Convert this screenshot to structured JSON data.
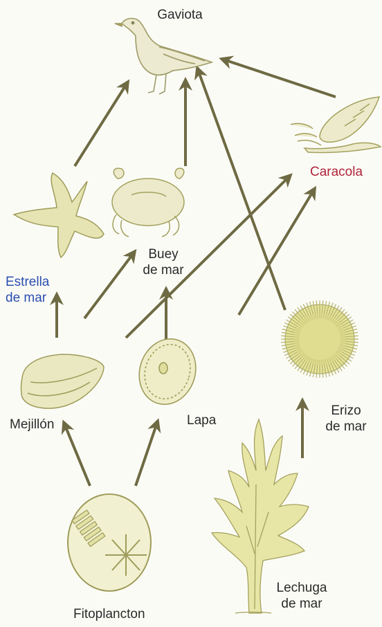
{
  "colors": {
    "arrow": "#6e6a43",
    "organism_fill": "#e9e7b4",
    "organism_stroke": "#a3a15d",
    "text": "#2a2a2a"
  },
  "organisms": {
    "gaviota": {
      "label": "Gaviota",
      "icon": "seagull-icon"
    },
    "caracola": {
      "label": "Caracola",
      "icon": "snail-shell-icon",
      "label_color": "#b0243a"
    },
    "buey": {
      "label": "Buey\nde mar",
      "icon": "crab-icon"
    },
    "estrella": {
      "label": "Estrella\nde mar",
      "icon": "starfish-icon",
      "label_color": "#2a4fb0"
    },
    "mejillon": {
      "label": "Mejillón",
      "icon": "mussel-icon"
    },
    "lapa": {
      "label": "Lapa",
      "icon": "limpet-icon"
    },
    "erizo": {
      "label": "Erizo\nde mar",
      "icon": "sea-urchin-icon"
    },
    "fitoplancton": {
      "label": "Fitoplancton",
      "icon": "phytoplankton-icon"
    },
    "lechuga": {
      "label": "Lechuga\nde mar",
      "icon": "sea-lettuce-icon"
    }
  },
  "links": [
    {
      "from": "estrella",
      "to": "gaviota"
    },
    {
      "from": "buey",
      "to": "gaviota"
    },
    {
      "from": "erizo",
      "to": "gaviota"
    },
    {
      "from": "caracola",
      "to": "gaviota"
    },
    {
      "from": "mejillon",
      "to": "estrella"
    },
    {
      "from": "mejillon",
      "to": "buey"
    },
    {
      "from": "lapa",
      "to": "buey"
    },
    {
      "from": "lapa",
      "to": "caracola"
    },
    {
      "from": "erizo",
      "to": "caracola"
    },
    {
      "from": "fitoplancton",
      "to": "mejillon"
    },
    {
      "from": "fitoplancton",
      "to": "lapa"
    },
    {
      "from": "lechuga",
      "to": "erizo"
    }
  ]
}
